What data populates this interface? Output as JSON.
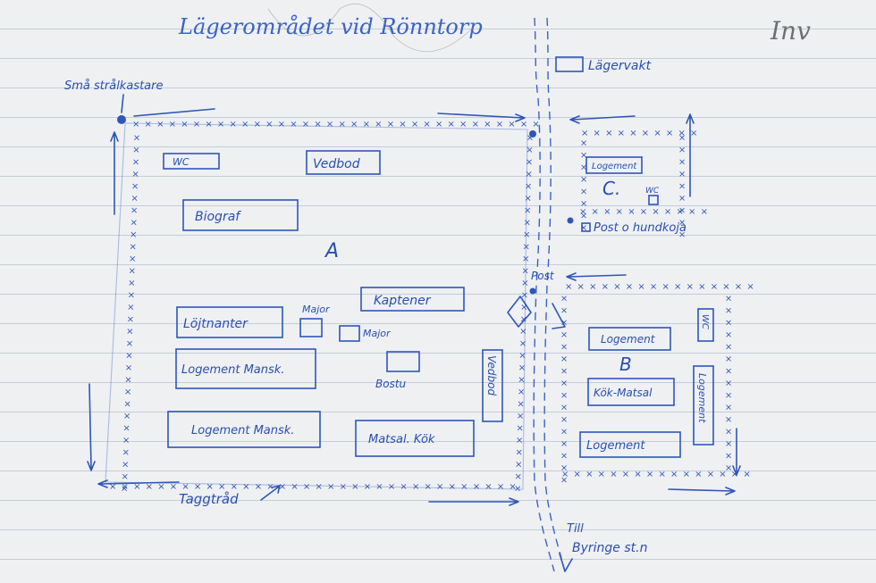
{
  "title": "Lägerområdet vid Rönntorp",
  "corner_note": "Inv",
  "compounds": {
    "A": "A",
    "B": "B",
    "C": "C."
  },
  "labels": {
    "searchlight": "Små strålkastare",
    "fence": "Taggtråd",
    "guard": "Lägervakt",
    "post": "Post",
    "post_doghouse": "Post o hundkoja",
    "to_station_line1": "Till",
    "to_station_line2": "Byringe st.n"
  },
  "buildings": {
    "wc_a": "WC",
    "vedbod_a": "Vedbod",
    "biograf": "Biograf",
    "kaptener": "Kaptener",
    "major1": "Major",
    "major2": "Major",
    "lojtnanter": "Löjtnanter",
    "bostu": "Bostu",
    "logement_mansk1": "Logement Mansk.",
    "logement_mansk2": "Logement Mansk.",
    "vedbod_a2": "Vedbod",
    "matsal_kok": "Matsal.  Kök",
    "logement_c": "Logement",
    "wc_c": "WC",
    "logement_b1": "Logement",
    "wc_b": "WC",
    "kok_matsal": "Kök-Matsal",
    "logement_b2": "Logement",
    "logement_b3": "Logement"
  },
  "colors": {
    "ink": "#2f55b8",
    "paper": "#eef0f2",
    "pencil": "#6d6f73"
  }
}
